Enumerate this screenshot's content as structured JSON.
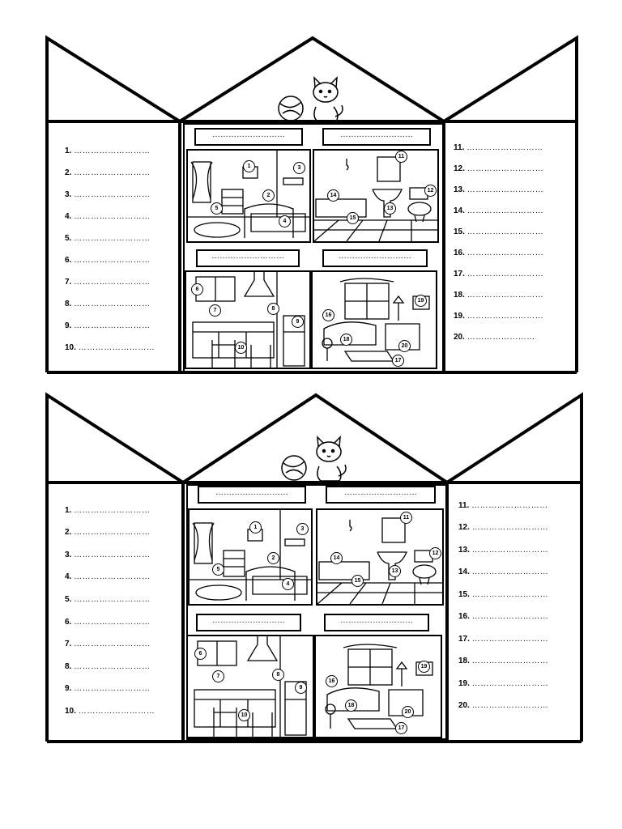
{
  "houses": [
    {
      "left_list": [
        {
          "num": "1.",
          "line": "………………………"
        },
        {
          "num": "2.",
          "line": "………………………"
        },
        {
          "num": "3.",
          "line": "………………………"
        },
        {
          "num": "4.",
          "line": "………………………"
        },
        {
          "num": "5.",
          "line": "………………………"
        },
        {
          "num": "6.",
          "line": "………………………"
        },
        {
          "num": "7.",
          "line": "………………………"
        },
        {
          "num": "8.",
          "line": "………………………"
        },
        {
          "num": "9.",
          "line": "………………………"
        },
        {
          "num": "10.",
          "line": "………………………"
        }
      ],
      "right_list": [
        {
          "num": "11.",
          "line": "………………………"
        },
        {
          "num": "12.",
          "line": "………………………"
        },
        {
          "num": "13.",
          "line": "………………………"
        },
        {
          "num": "14.",
          "line": "………………………"
        },
        {
          "num": "15.",
          "line": "………………………"
        },
        {
          "num": "16.",
          "line": "………………………"
        },
        {
          "num": "17.",
          "line": "………………………"
        },
        {
          "num": "18.",
          "line": "………………………"
        },
        {
          "num": "19.",
          "line": "………………………"
        },
        {
          "num": "20.",
          "line": "……………………"
        }
      ],
      "room_labels": [
        "………………………",
        "………………………",
        "………………………",
        "………………………"
      ],
      "bedroom_tags": [
        "1",
        "2",
        "3",
        "4",
        "5"
      ],
      "bathroom_tags": [
        "11",
        "12",
        "13",
        "14",
        "15"
      ],
      "kitchen_tags": [
        "6",
        "7",
        "8",
        "9",
        "10"
      ],
      "living_tags": [
        "16",
        "17",
        "18",
        "19",
        "20"
      ]
    },
    {
      "left_list": [
        {
          "num": "1.",
          "line": "………………………"
        },
        {
          "num": "2.",
          "line": "………………………"
        },
        {
          "num": "3.",
          "line": "………………………"
        },
        {
          "num": "4.",
          "line": "………………………"
        },
        {
          "num": "5.",
          "line": "………………………"
        },
        {
          "num": "6.",
          "line": "………………………"
        },
        {
          "num": "7.",
          "line": "………………………"
        },
        {
          "num": "8.",
          "line": "………………………"
        },
        {
          "num": "9.",
          "line": "………………………"
        },
        {
          "num": "10.",
          "line": "………………………"
        }
      ],
      "right_list": [
        {
          "num": "11.",
          "line": "………………………"
        },
        {
          "num": "12.",
          "line": "………………………"
        },
        {
          "num": "13.",
          "line": "………………………"
        },
        {
          "num": "14.",
          "line": "………………………"
        },
        {
          "num": "15.",
          "line": "………………………"
        },
        {
          "num": "16.",
          "line": "………………………"
        },
        {
          "num": "17.",
          "line": "………………………"
        },
        {
          "num": "18.",
          "line": "………………………"
        },
        {
          "num": "19.",
          "line": "………………………"
        },
        {
          "num": "20.",
          "line": "………………………"
        }
      ],
      "room_labels": [
        "………………………",
        "………………………",
        "………………………",
        "………………………"
      ],
      "bedroom_tags": [
        "1",
        "2",
        "3",
        "4",
        "5"
      ],
      "bathroom_tags": [
        "11",
        "12",
        "13",
        "14",
        "15"
      ],
      "kitchen_tags": [
        "6",
        "7",
        "8",
        "9",
        "10"
      ],
      "living_tags": [
        "16",
        "17",
        "18",
        "19",
        "20"
      ]
    }
  ]
}
